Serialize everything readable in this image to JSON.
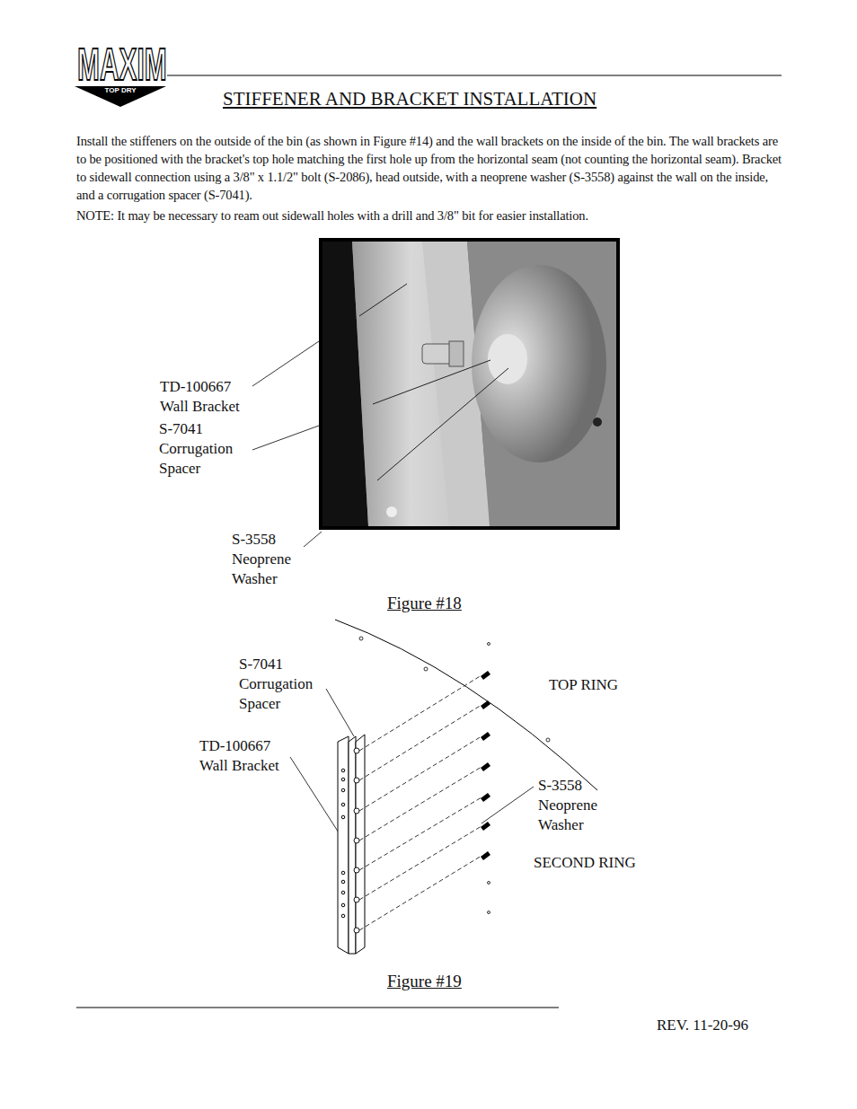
{
  "diagram": {
    "title": "STIFFENER AND BRACKET INSTALLATION",
    "labels": [
      "MAXIM",
      "TOP DRY",
      "Install the stiffeners on the outside of the bin (as shown in Figure #14) and the wall brackets on the inside of the bin. The wall brackets are to be positioned with the bracket's top hole matching the first hole up from the horizontal seam (not counting the horizontal seam). Bracket to sidewall connection using a 3/8\" x 1.1/2\" bolt (S-2086), head outside, with a neoprene washer (S-3558) against the wall on the inside, and a corrugation spacer (S-7041).",
      "NOTE: It may be necessary to ream out sidewall holes with a drill and 3/8\" bit for easier installation.",
      "TD-100667 Wall Bracket",
      "S-7041 Corrugation Spacer",
      "S-3558 Neoprene Washer",
      "Figure #18",
      "S-7041 Corrugation Spacer",
      "TD-100667 Wall Bracket",
      "TOP RING",
      "S-3558 Neoprene Washer",
      "SECOND RING",
      "Figure #19",
      "REV. 11-20-96"
    ]
  }
}
